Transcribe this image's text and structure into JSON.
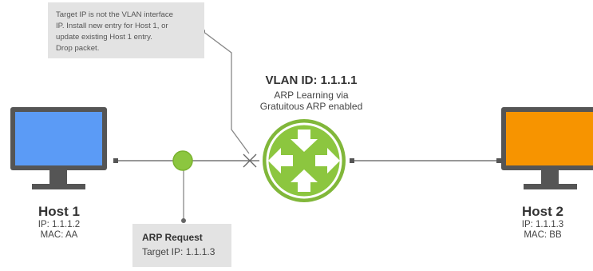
{
  "callout": {
    "lines": [
      "Target IP is not the VLAN interface",
      "IP. Install new entry for Host 1, or",
      "update existing Host 1 entry.",
      "Drop packet."
    ]
  },
  "vlan": {
    "title": "VLAN ID: 1.1.1.1",
    "subtitle_lines": [
      "ARP Learning via",
      "Gratuitous ARP enabled"
    ]
  },
  "host1": {
    "name": "Host 1",
    "ip": "IP: 1.1.1.2",
    "mac": "MAC: AA",
    "screen_color": "#5b9bf6"
  },
  "host2": {
    "name": "Host 2",
    "ip": "IP: 1.1.1.3",
    "mac": "MAC: BB",
    "screen_color": "#f79400"
  },
  "arp": {
    "title": "ARP Request",
    "target": "Target IP: 1.1.1.3"
  },
  "colors": {
    "router_green": "#8cc63f",
    "router_ring": "#7ab32f",
    "packet_green": "#8cc63f",
    "monitor_frame": "#555555",
    "link_line": "#777777",
    "callout_bg": "#e3e3e3"
  }
}
